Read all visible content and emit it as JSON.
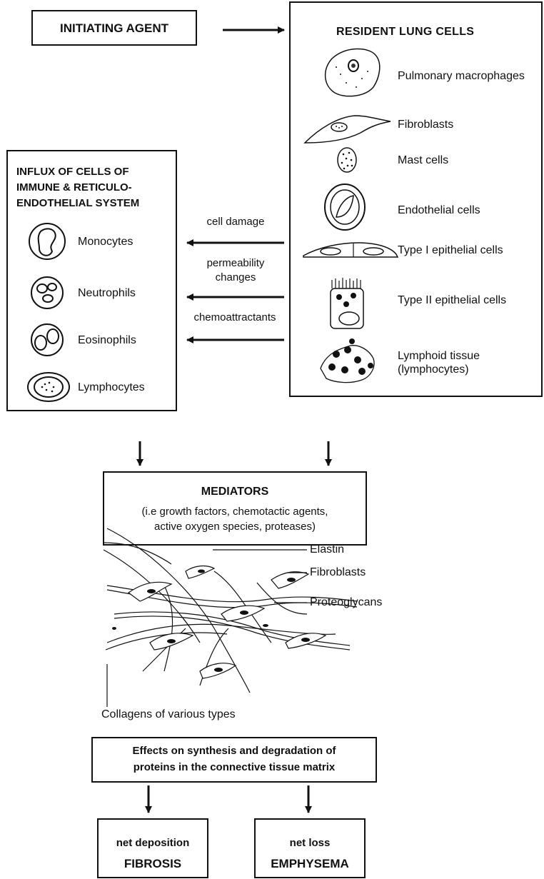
{
  "initiating_agent": "INITIATING AGENT",
  "resident": {
    "title": "RESIDENT  LUNG  CELLS",
    "cells": [
      {
        "label": "Pulmonary macrophages",
        "icon": "macrophage-icon"
      },
      {
        "label": "Fibroblasts",
        "icon": "fibroblast-icon"
      },
      {
        "label": "Mast cells",
        "icon": "mast-cell-icon"
      },
      {
        "label": "Endothelial cells",
        "icon": "endothelial-cell-icon"
      },
      {
        "label": "Type I  epithelial cells",
        "icon": "type1-epithelial-icon"
      },
      {
        "label": "Type II  epithelial cells",
        "icon": "type2-epithelial-icon"
      },
      {
        "label_line1": "Lymphoid tissue",
        "label_line2": "(lymphocytes)",
        "icon": "lymphoid-tissue-icon"
      }
    ]
  },
  "influx": {
    "title_line1": "INFLUX  OF  CELLS  OF",
    "title_line2": "IMMUNE  &  RETICULO-",
    "title_line3": "ENDOTHELIAL  SYSTEM",
    "cells": [
      {
        "label": "Monocytes",
        "icon": "monocyte-icon"
      },
      {
        "label": "Neutrophils",
        "icon": "neutrophil-icon"
      },
      {
        "label": "Eosinophils",
        "icon": "eosinophil-icon"
      },
      {
        "label": "Lymphocytes",
        "icon": "lymphocyte-icon"
      }
    ]
  },
  "arrows": {
    "cell_damage": "cell damage",
    "permeability_line1": "permeability",
    "permeability_line2": "changes",
    "chemoattractants": "chemoattractants"
  },
  "mediators": {
    "title": "MEDIATORS",
    "line1": "(i.e growth factors, chemotactic agents,",
    "line2": "active oxygen species, proteases)"
  },
  "matrix": {
    "elastin": "Elastin",
    "fibroblasts": "Fibroblasts",
    "proteoglycans": "Proteoglycans",
    "collagens": "Collagens of various types"
  },
  "effects": {
    "line1": "Effects on synthesis and degradation of",
    "line2": "proteins in the connective tissue matrix"
  },
  "outcomes": {
    "left_line1": "net deposition",
    "left_line2": "FIBROSIS",
    "right_line1": "net loss",
    "right_line2": "EMPHYSEMA"
  }
}
